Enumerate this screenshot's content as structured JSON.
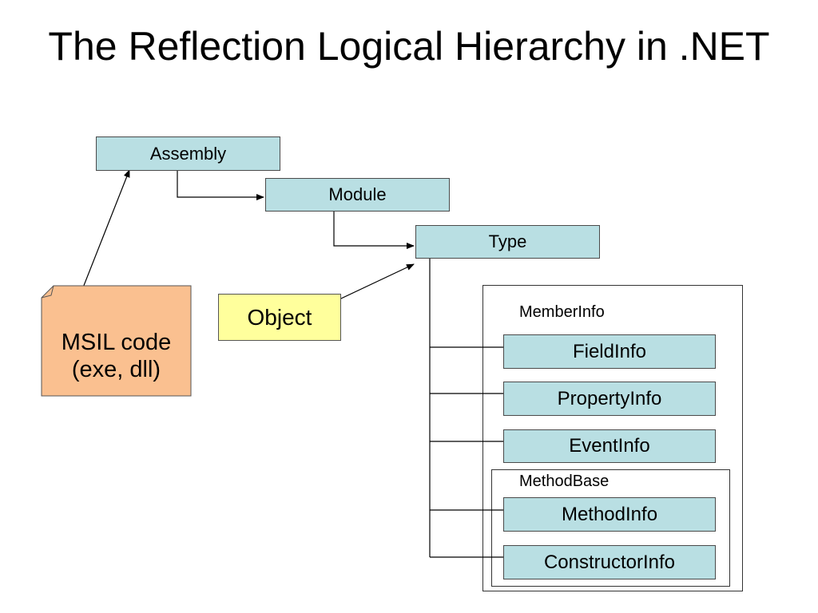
{
  "title": "The Reflection Logical Hierarchy in .NET",
  "nodes": {
    "assembly": "Assembly",
    "module": "Module",
    "type": "Type",
    "object": "Object",
    "msil_line1": "MSIL code",
    "msil_line2": "(exe, dll)",
    "fieldinfo": "FieldInfo",
    "propertyinfo": "PropertyInfo",
    "eventinfo": "EventInfo",
    "methodinfo": "MethodInfo",
    "constructorinfo": "ConstructorInfo"
  },
  "groups": {
    "memberinfo": "MemberInfo",
    "methodbase": "MethodBase"
  },
  "colors": {
    "box_fill": "#b9dfe3",
    "object_fill": "#ffff9c",
    "note_fill": "#fac090"
  }
}
